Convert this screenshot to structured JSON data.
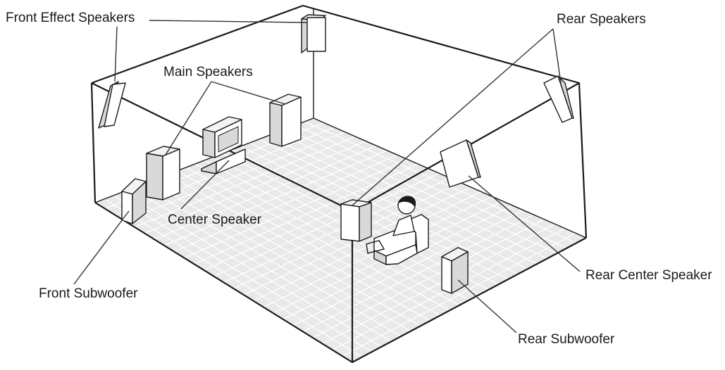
{
  "labels": {
    "front_effect": "Front Effect Speakers",
    "rear_speakers": "Rear Speakers",
    "main_speakers": "Main Speakers",
    "center_speaker": "Center Speaker",
    "front_subwoofer": "Front Subwoofer",
    "rear_center": "Rear Center Speaker",
    "rear_subwoofer": "Rear Subwoofer"
  },
  "colors": {
    "line": "#1a1a1a",
    "floor": "#e9e9e9",
    "floor_grid": "#ffffff",
    "speaker_face": "#ffffff",
    "speaker_side": "#d9d9d9"
  }
}
